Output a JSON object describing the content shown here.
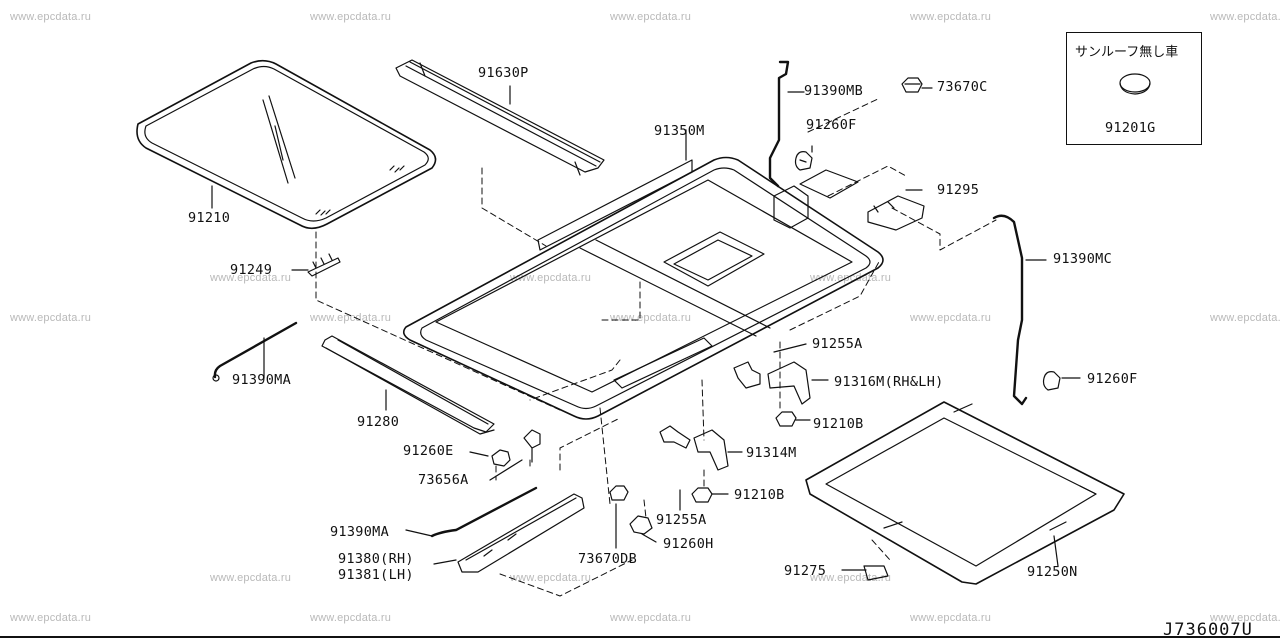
{
  "watermark": "www.epcdata.ru",
  "diagram_id": "J736007U",
  "inset": {
    "title": "サンルーフ無し車",
    "part": "91201G"
  },
  "parts": {
    "p91630P": "91630P",
    "p91390MB": "91390MB",
    "p73670C": "73670C",
    "p91350M": "91350M",
    "p91260F_top": "91260F",
    "p91295": "91295",
    "p91210": "91210",
    "p91390MC": "91390MC",
    "p91249": "91249",
    "p91255A_right": "91255A",
    "p91390MA_left": "91390MA",
    "p91316M": "91316M(RH&LH)",
    "p91260F_right": "91260F",
    "p91280": "91280",
    "p91210B_right": "91210B",
    "p91260E": "91260E",
    "p91314M": "91314M",
    "p73656A": "73656A",
    "p91210B_mid": "91210B",
    "p91390MA_bottom": "91390MA",
    "p91255A_mid": "91255A",
    "p91260H": "91260H",
    "p91380": "91380(RH)",
    "p91381": "91381(LH)",
    "p73670DB": "73670DB",
    "p91275": "91275",
    "p91250N": "91250N"
  }
}
